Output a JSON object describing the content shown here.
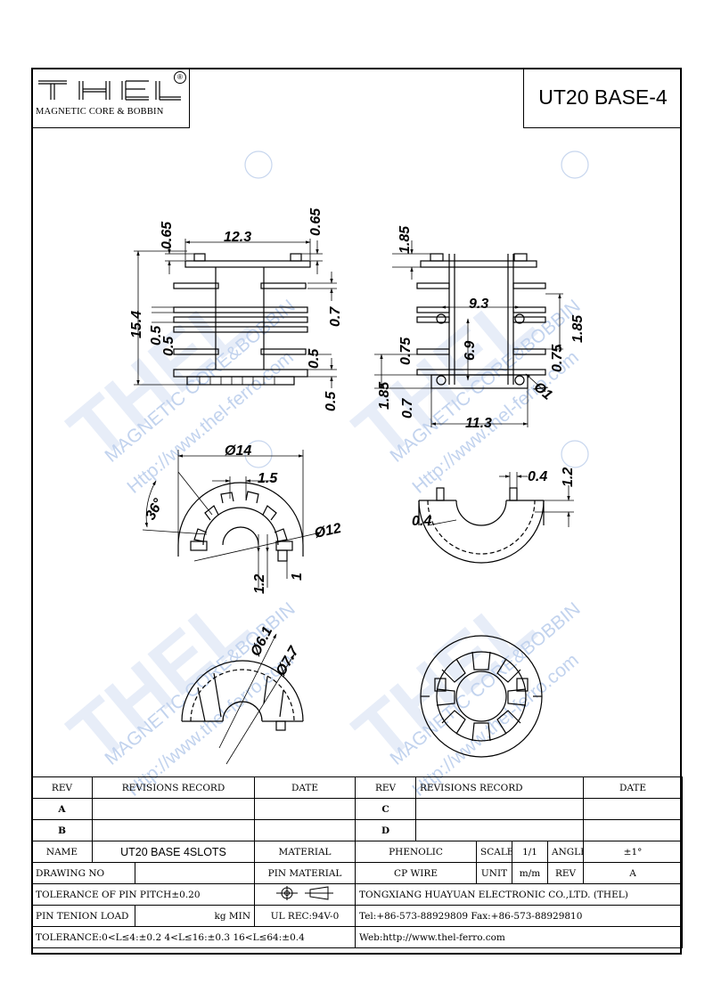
{
  "header": {
    "logo_text": "THEL",
    "logo_subtitle": "MAGNETIC CORE & BOBBIN",
    "registered_mark": "®",
    "part_title": "UT20 BASE-4"
  },
  "watermark": {
    "lines": [
      "MAGNETIC CORE&BOBBIN",
      "Http://www.thel-ferro.com"
    ],
    "color": "#b9cce8"
  },
  "dimensions": {
    "front": {
      "width": "12.3",
      "height": "15.4",
      "top_left": "0.65",
      "top_right": "0.65",
      "left_a": "0.5",
      "left_b": "0.5",
      "right_a": "0.7",
      "right_b": "0.5",
      "right_c": "0.5"
    },
    "side": {
      "top": "1.85",
      "inner": "9.3",
      "mid": "6.9",
      "left_a": "0.75",
      "left_b": "1.85",
      "left_c": "0.7",
      "right_a": "0.75",
      "right_b": "1.85",
      "base": "11.3",
      "hole": "Ø1"
    },
    "top_view": {
      "outer": "Ø14",
      "tooth": "1.5",
      "angle": "36°",
      "inner": "Ø12",
      "pin_a": "1.2",
      "pin_b": "1"
    },
    "detail_view": {
      "a": "0.4",
      "b": "1.2",
      "c": "0.4"
    },
    "iso_view": {
      "d1": "Ø6.1",
      "d2": "Ø7.7"
    }
  },
  "title_block": {
    "rev_header": "REV",
    "revisions_header": "REVISIONS RECORD",
    "date_header": "DATE",
    "rev_rows": [
      {
        "left": "A",
        "right": "C"
      },
      {
        "left": "B",
        "right": "D"
      }
    ],
    "name_label": "NAME",
    "name_value": "UT20 BASE 4SLOTS",
    "material_label": "MATERIAL",
    "material_value": "PHENOLIC",
    "scale_label": "SCALE",
    "scale_value": "1/1",
    "angle_label": "ANGLE",
    "angle_value": "±1°",
    "drawing_no_label": "DRAWING NO",
    "pin_material_label": "PIN MATERIAL",
    "cp_wire": "CP WIRE",
    "unit_label": "UNIT",
    "unit_value": "m/m",
    "rev_label": "REV",
    "rev_value": "A",
    "pitch_tolerance": "TOLERANCE OF PIN PITCH±0.20",
    "company": "TONGXIANG HUAYUAN ELECTRONIC CO.,LTD. (THEL)",
    "pin_tension_label": "PIN TENION LOAD",
    "pin_tension_unit": "kg MIN",
    "ul_rec": "UL REC:94V-0",
    "phone": "Tel:+86-573-88929809 Fax:+86-573-88929810",
    "tolerance": "TOLERANCE:0<L≤4:±0.2  4<L≤16:±0.3  16<L≤64:±0.4",
    "web": "Web:http://www.thel-ferro.com"
  }
}
